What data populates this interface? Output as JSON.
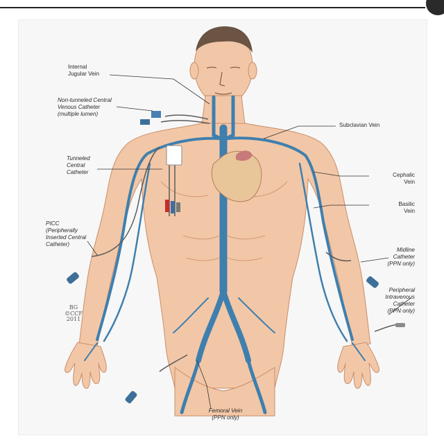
{
  "labels": {
    "internal_jugular": "Internal\nJugular Vein",
    "non_tunneled": "Non-tunneled Central\nVenous Catheter\n(multiple lumen)",
    "subclavian": "Subclavian Vein",
    "tunneled": "Tunneled\nCentral\nCatheter",
    "cephalic": "Cephalic\nVein",
    "basilic": "Basilic\nVein",
    "picc": "PICC\n(Peripherally\nInserted Central\nCatheter)",
    "midline": "Midline\nCatheter\n(PPN only)",
    "peripheral": "Peripheral\nIntravenous\nCatheter\n(PPN only)",
    "femoral": "Femoral Vein\n(PPN only)"
  },
  "signature": "BG\n©CCF\n2011",
  "colors": {
    "skin": "#f2c7a7",
    "skin_shade": "#e3a987",
    "vein": "#3f7fae",
    "hair": "#6b5443",
    "heart": "#e9c59a"
  }
}
